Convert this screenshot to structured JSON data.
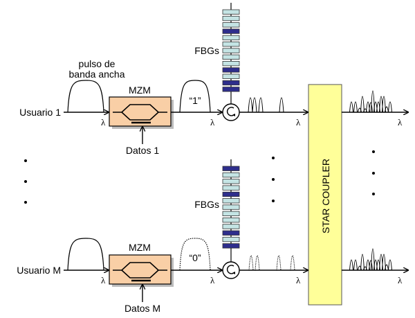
{
  "users": [
    {
      "name": "Usuario 1",
      "data_label": "Datos 1",
      "bit": "“1”"
    },
    {
      "name": "Usuario M",
      "data_label": "Datos M",
      "bit": "“0”"
    }
  ],
  "labels": {
    "pulse_line1": "pulso de",
    "pulse_line2": "banda ancha",
    "modulator": "MZM",
    "fbgs": "FBGs",
    "coupler": "STAR COUPLER",
    "lambda": "λ"
  },
  "colors": {
    "mzm_fill": "#f9cfa6",
    "coupler_fill": "#ffff99",
    "fbg_light": "#c4e4e4",
    "fbg_dark": "#2e2e8c"
  },
  "fbg_patterns": {
    "user1": [
      "l",
      "l",
      "l",
      "d",
      "l",
      "l",
      "l",
      "l",
      "l",
      "d",
      "l",
      "d",
      "d"
    ],
    "userM": [
      "d",
      "l",
      "l",
      "l",
      "d",
      "l",
      "l",
      "l",
      "l",
      "l",
      "d",
      "l",
      "d"
    ]
  }
}
